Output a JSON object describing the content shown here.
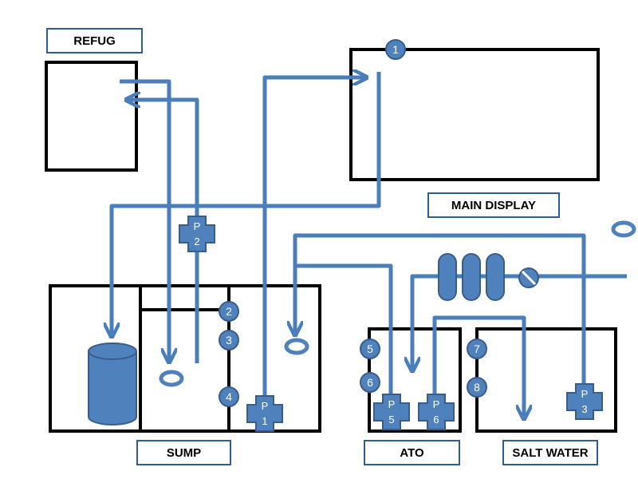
{
  "labels": {
    "refug": "REFUG",
    "main_display": "MAIN DISPLAY",
    "sump": "SUMP",
    "ato": "ATO",
    "salt_water": "SALT WATER"
  },
  "pumps": [
    {
      "letter": "P",
      "number": "2"
    },
    {
      "letter": "P",
      "number": "1"
    },
    {
      "letter": "P",
      "number": "5"
    },
    {
      "letter": "P",
      "number": "6"
    },
    {
      "letter": "P",
      "number": "3"
    }
  ],
  "valves": [
    "1",
    "2",
    "3",
    "4",
    "5",
    "6",
    "7",
    "8"
  ],
  "colors": {
    "pipe": "#4a7ebb",
    "fill": "#4f81bd",
    "tank_outline": "#000000",
    "label_border": "#2f5d8c"
  }
}
